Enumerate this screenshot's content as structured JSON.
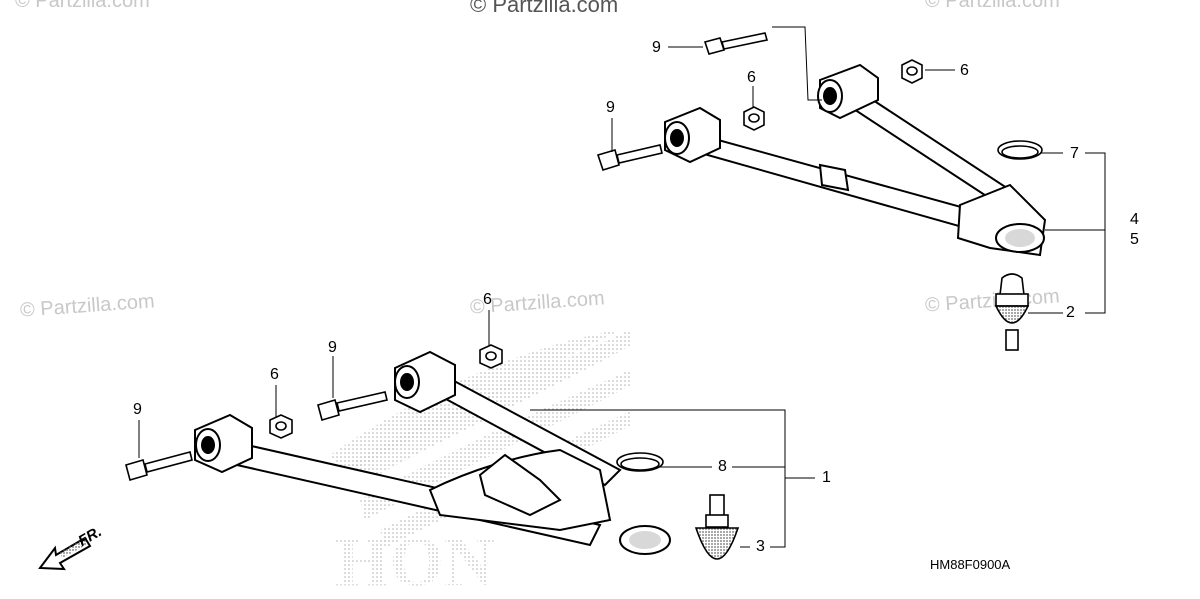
{
  "watermarks": {
    "top_center": "© Partzilla.com",
    "top_left": "© Partzilla.com",
    "top_right": "© Partzilla.com",
    "mid_left": "© Partzilla.com",
    "mid_center": "© Partzilla.com",
    "mid_right": "© Partzilla.com"
  },
  "callouts": {
    "c1": "1",
    "c2": "2",
    "c3": "3",
    "c4": "4",
    "c5": "5",
    "c6a": "6",
    "c6b": "6",
    "c6c": "6",
    "c6d": "6",
    "c7": "7",
    "c8": "8",
    "c9a": "9",
    "c9b": "9",
    "c9c": "9",
    "c9d": "9"
  },
  "diagram_code": "HM88F0900A",
  "front_indicator": "FR.",
  "colors": {
    "ink": "#000000",
    "watermark": "#c8c8c8",
    "logo_dots": "#bdbdbd"
  }
}
